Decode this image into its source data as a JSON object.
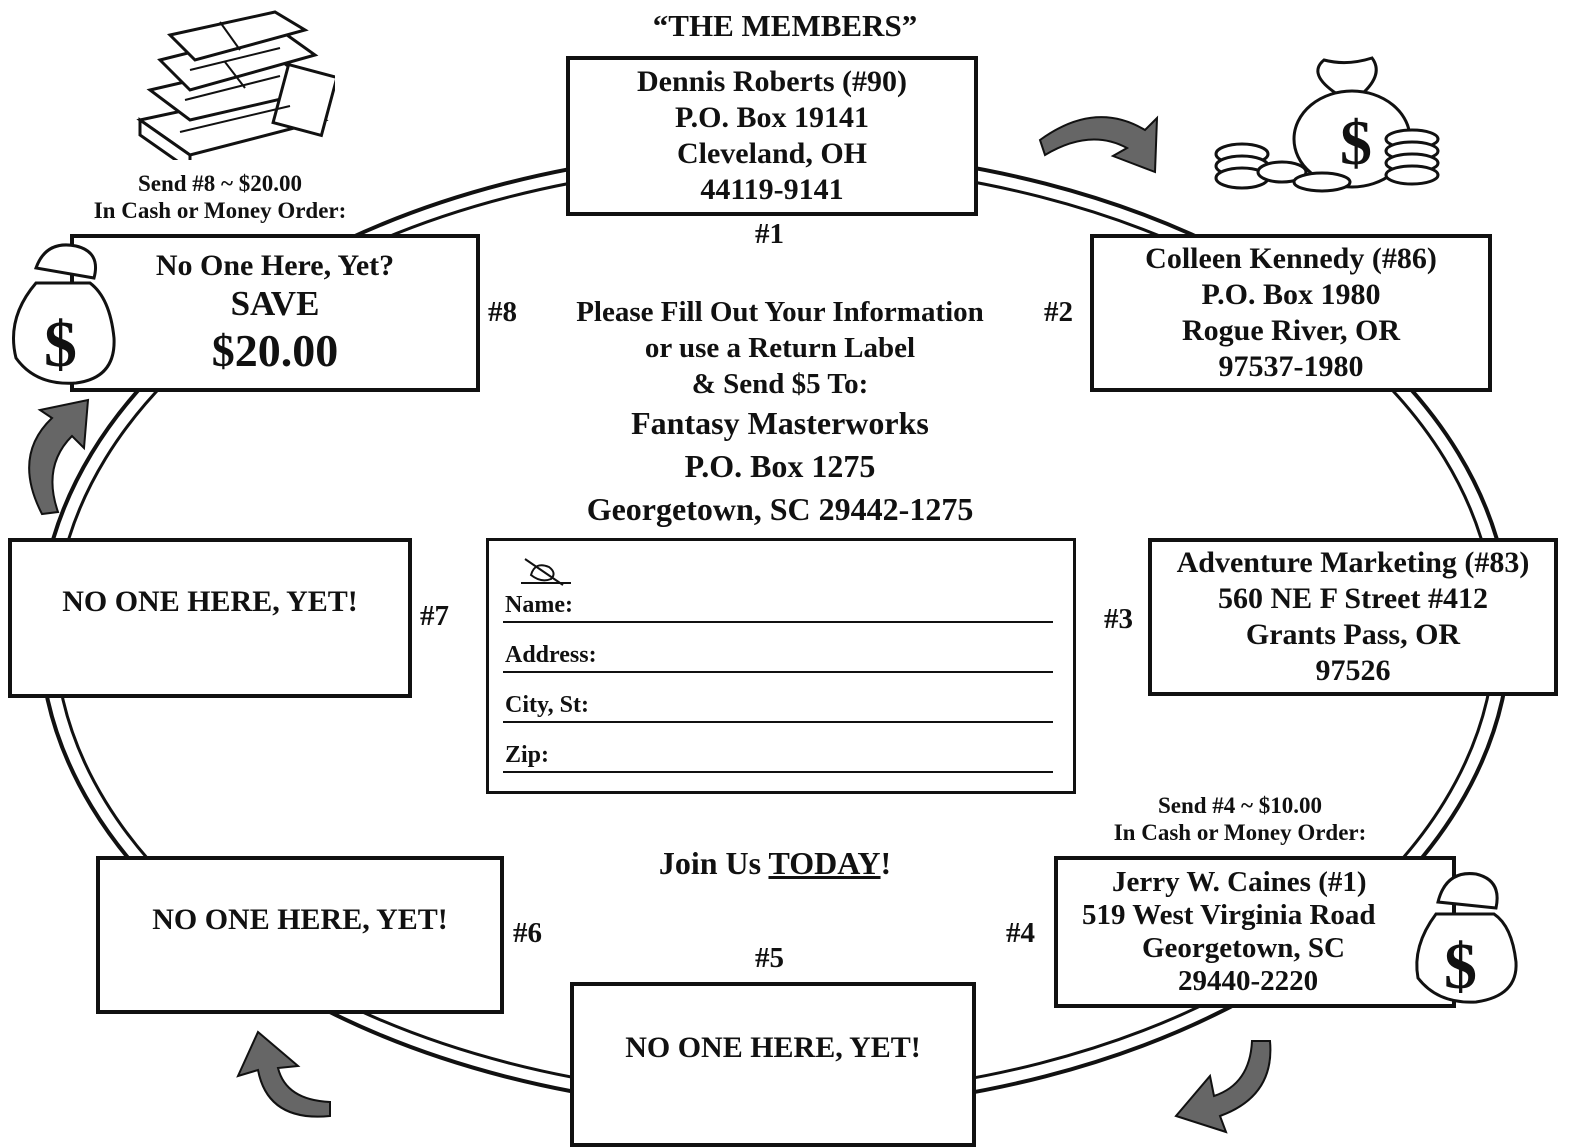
{
  "title": "“THE MEMBERS”",
  "positions": {
    "p1": {
      "num": "#1",
      "name": "Dennis Roberts  (#90)",
      "line2": "P.O. Box 19141",
      "line3": "Cleveland, OH",
      "line4": "44119-9141"
    },
    "p2": {
      "num": "#2",
      "name": "Colleen Kennedy  (#86)",
      "line2": "P.O. Box 1980",
      "line3": "Rogue River, OR",
      "line4": "97537-1980"
    },
    "p3": {
      "num": "#3",
      "name": "Adventure Marketing  (#83)",
      "line2": "560 NE F Street #412",
      "line3": "Grants Pass, OR",
      "line4": "97526"
    },
    "p4": {
      "num": "#4",
      "name": "Jerry W. Caines  (#1)",
      "line2": "519 West Virginia Road",
      "line3": "Georgetown, SC",
      "line4": "29440-2220"
    },
    "p5": {
      "num": "#5",
      "text": "NO ONE HERE, YET!"
    },
    "p6": {
      "num": "#6",
      "text": "NO ONE HERE, YET!"
    },
    "p7": {
      "num": "#7",
      "text": "NO ONE HERE, YET!"
    },
    "p8": {
      "num": "#8",
      "line1": "No One Here, Yet?",
      "line2": "SAVE",
      "line3": "$20.00"
    }
  },
  "send8": {
    "line1": "Send #8 ~ $20.00",
    "line2": "In Cash or Money Order:"
  },
  "send4": {
    "line1": "Send #4 ~ $10.00",
    "line2": "In Cash or Money Order:"
  },
  "instructions": {
    "line1": "Please Fill Out Your Information",
    "line2": "or use a Return Label",
    "line3": "& Send $5 To:",
    "line4": "Fantasy Masterworks",
    "line5": "P.O. Box 1275",
    "line6": "Georgetown, SC 29442-1275"
  },
  "form": {
    "name": "Name:",
    "address": "Address:",
    "city": "City, St:",
    "zip": "Zip:"
  },
  "join": {
    "prefix": "Join Us ",
    "emph": "TODAY",
    "suffix": "!"
  },
  "icons": [
    "money-stack-icon",
    "money-bag-coins-icon",
    "money-bag-icon",
    "curved-arrow-icon",
    "pen-hand-icon"
  ]
}
